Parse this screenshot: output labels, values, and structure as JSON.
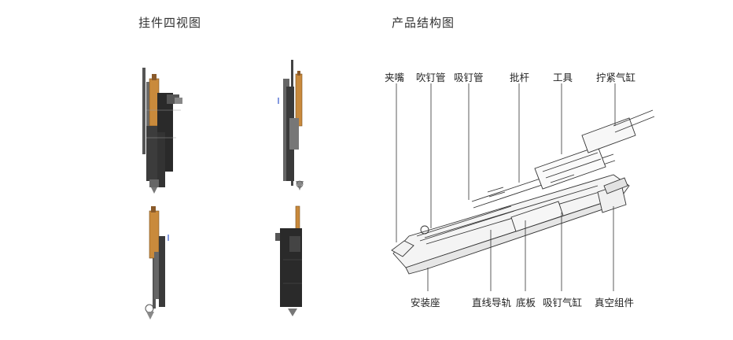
{
  "left_title": "挂件四视图",
  "right_title": "产品结构图",
  "callouts_top": [
    "夹嘴",
    "吹钉管",
    "吸钉管",
    "批杆",
    "工具",
    "拧紧气缸"
  ],
  "callouts_bottom": [
    "安装座",
    "直线导轨",
    "底板",
    "吸钉气缸",
    "真空组件"
  ],
  "colors": {
    "brass": "#c98a3c",
    "dark_body": "#2a2a2a",
    "line": "#333333",
    "arrow": "#3355cc"
  }
}
